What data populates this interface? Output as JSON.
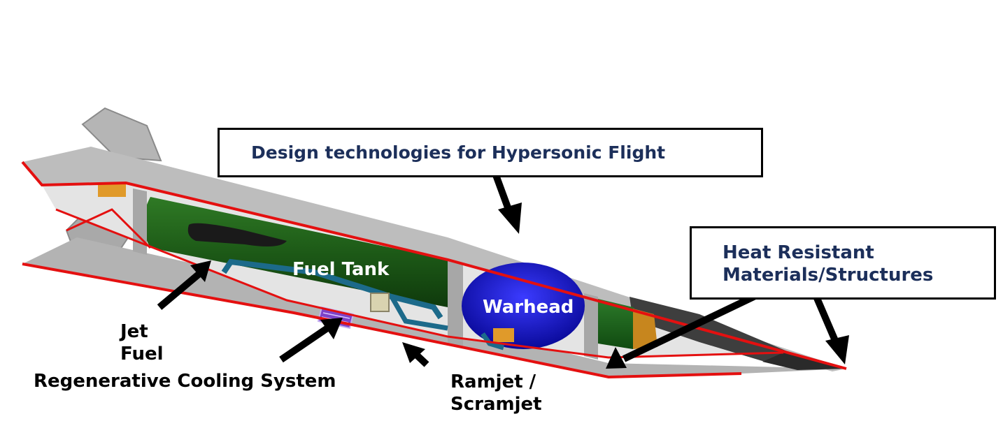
{
  "labels": {
    "design_tech": "Design technologies for Hypersonic Flight",
    "heat_resistant_line1": "Heat Resistant",
    "heat_resistant_line2": "Materials/Structures",
    "fuel_tank": "Fuel Tank",
    "warhead": "Warhead",
    "jet_fuel_line1": "Jet",
    "jet_fuel_line2": "Fuel",
    "regen_cooling": "Regenerative Cooling System",
    "ramjet_line1": "Ramjet /",
    "ramjet_line2": "Scramjet"
  },
  "colors": {
    "body_gray": "#b9b9b9",
    "edge_red": "#e41010",
    "tank_green": "#1f5a1a",
    "warhead_blue": "#1a1ad0",
    "label_navy": "#1c2f5a",
    "arrow": "#000000"
  }
}
